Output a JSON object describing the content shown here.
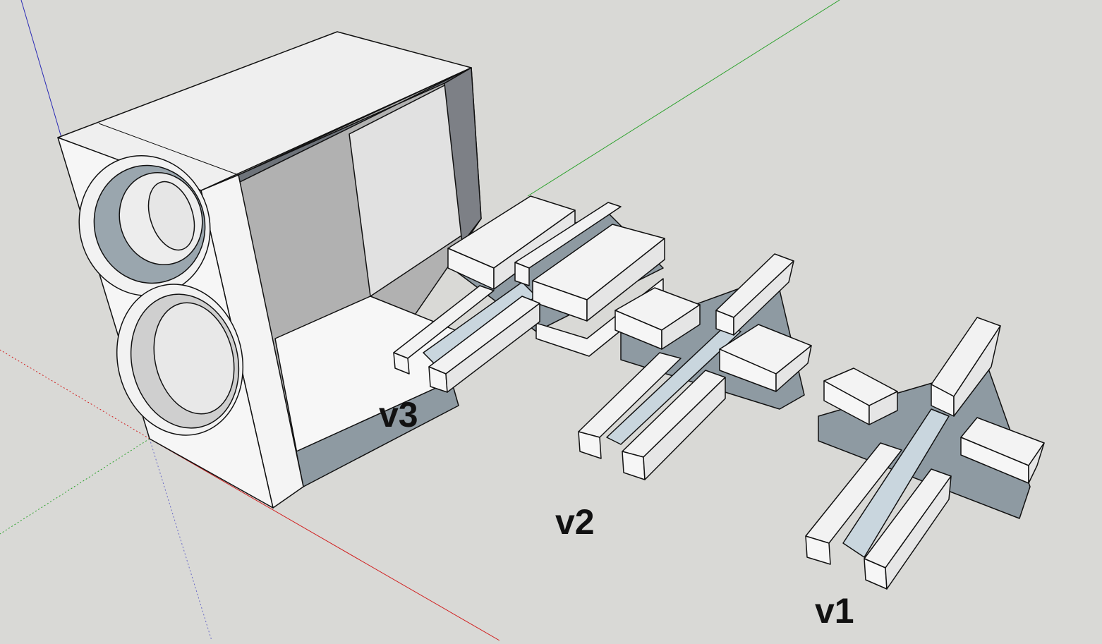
{
  "scene": {
    "labels": {
      "v3": "v3",
      "v2": "v2",
      "v1": "v1"
    }
  },
  "colors": {
    "background": "#d9d9d6",
    "face_light": "#f6f6f6",
    "face_top": "#efefef",
    "face_mid": "#dcdcdc",
    "face_shadow": "#8e9aa2",
    "cavity": "#b1b1b1",
    "strip": "#c9d6de",
    "edge": "#111111",
    "axis_red": "#d11f1f",
    "axis_green": "#2aa12a",
    "axis_blue": "#2a2ab5"
  }
}
